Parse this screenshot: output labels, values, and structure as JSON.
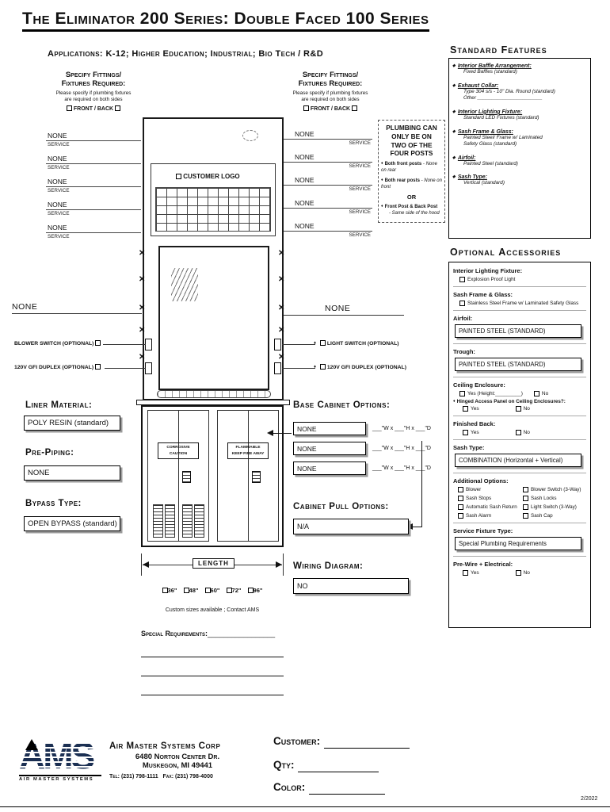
{
  "title": "The Eliminator 200 Series: Double Faced 100 Series",
  "applications": "Applications: K-12; Higher Education; Industrial; Bio Tech / R&D",
  "revision": "2/2022",
  "specify_left": {
    "title1": "Specify Fittings/",
    "title2": "Fixtures Required:",
    "note1": "Please specify if plumbing fixtures",
    "note2": "are required on both sides",
    "front_back": "FRONT / BACK",
    "rows": [
      {
        "value": "NONE",
        "label": "SERVICE"
      },
      {
        "value": "NONE",
        "label": "SERVICE"
      },
      {
        "value": "NONE",
        "label": "SERVICE"
      },
      {
        "value": "NONE",
        "label": "SERVICE"
      },
      {
        "value": "NONE",
        "label": "SERVICE"
      }
    ]
  },
  "specify_right": {
    "title1": "Specify Fittings/",
    "title2": "Fixtures Required:",
    "note1": "Please specify if plumbing fixtures",
    "note2": "are required on both sides",
    "front_back": "FRONT / BACK",
    "rows": [
      {
        "value": "NONE",
        "label": "SERVICE"
      },
      {
        "value": "NONE",
        "label": "SERVICE"
      },
      {
        "value": "NONE",
        "label": "SERVICE"
      },
      {
        "value": "NONE",
        "label": "SERVICE"
      },
      {
        "value": "NONE",
        "label": "SERVICE"
      }
    ]
  },
  "plumbing": {
    "title1": "PLUMBING CAN",
    "title2": "ONLY BE ON",
    "title3": "TWO OF THE",
    "title4": "FOUR POSTS",
    "b1_main": "Both front posts",
    "b1_sub": "- None on rear",
    "b2_main": "Both rear posts",
    "b2_sub": "- None on front",
    "or": "OR",
    "b3_main": "Front Post & Back Post",
    "b3_sub": "- Same side of the hood"
  },
  "hood": {
    "customer_logo": "CUSTOMER LOGO",
    "none_left": "NONE",
    "none_right": "NONE",
    "blower_switch": "BLOWER SWITCH (OPTIONAL)",
    "light_switch": "LIGHT SWITCH (OPTIONAL)",
    "gfi": "120V GFI DUPLEX (OPTIONAL)",
    "corrosive1": "CORROSIVE",
    "corrosive2": "CAUTION",
    "flammable1": "FLAMMABLE",
    "flammable2": "KEEP FIRE AWAY",
    "length": "LENGTH",
    "sizes": [
      "36\"",
      "48\"",
      "60\"",
      "72\"",
      "96\""
    ],
    "custom_note": "Custom sizes available ; Contact AMS",
    "special_req": "Special Requirements:",
    "special_req_blank": "_________________"
  },
  "left_opts": {
    "liner_label": "Liner Material:",
    "liner_value": "POLY RESIN (standard)",
    "prepipe_label": "Pre-Piping:",
    "prepipe_value": "NONE",
    "bypass_label": "Bypass Type:",
    "bypass_value": "OPEN BYPASS (standard)"
  },
  "base_cabinet": {
    "title": "Base Cabinet Options:",
    "rows": [
      {
        "value": "NONE",
        "dims": "___\"W x ___\"H x ___\"D"
      },
      {
        "value": "NONE",
        "dims": "___\"W x ___\"H x ___\"D"
      },
      {
        "value": "NONE",
        "dims": "___\"W x ___\"H x ___\"D"
      }
    ]
  },
  "cabinet_pull": {
    "title": "Cabinet Pull Options:",
    "value": "N/A"
  },
  "wiring": {
    "title": "Wiring Diagram:",
    "value": "NO"
  },
  "standard_features": {
    "title": "Standard Features",
    "items": [
      {
        "h": "Interior Baffle Arrangement:",
        "l1": "Fixed Baffles (standard)"
      },
      {
        "h": "Exhaust Collar:",
        "l1": "Type 304 s/s - 10\" Dia. Round (standard)",
        "l2": "Other _______________________"
      },
      {
        "h": "Interior Lighting Fixture:",
        "l1": "Standard LED Fixtures (standard)"
      },
      {
        "h": "Sash Frame & Glass:",
        "l1": "Painted Steel/ Frame w/ Laminated",
        "l2": "Safety Glass (standard)"
      },
      {
        "h": "Airfoil:",
        "l1": "Painted Steel (standard)"
      },
      {
        "h": "Sash Type:",
        "l1": "Vertical (standard)"
      }
    ]
  },
  "optional": {
    "title": "Optional Accessories",
    "lighting_h": "Interior Lighting Fixture:",
    "lighting_cb": "Explosion Proof Light",
    "sash_glass_h": "Sash Frame & Glass:",
    "sash_glass_cb": "Stainless Steel Frame w/ Laminated Safety Glass",
    "airfoil_h": "Airfoil:",
    "airfoil_value": "PAINTED STEEL (STANDARD)",
    "trough_h": "Trough:",
    "trough_value": "PAINTED STEEL (STANDARD)",
    "ceiling_h": "Ceiling Enclosure:",
    "ceiling_yes": "Yes (Height:_________)",
    "ceiling_no": "No",
    "hinged_q": "Hinged Access Panel on Ceiling Enclosures?:",
    "yes": "Yes",
    "no": "No",
    "finished_h": "Finished Back:",
    "sash_type_h": "Sash Type:",
    "sash_type_value": "COMBINATION (Horizontal + Vertical)",
    "additional_h": "Additional Options:",
    "additional": [
      "Blower",
      "Blower Switch (3-Way)",
      "Sash Stops",
      "Sash Locks",
      "Automatic Sash Return",
      "Light Switch (3-Way)",
      "Sash Alarm",
      "Sash Cap"
    ],
    "service_h": "Service Fixture Type:",
    "service_value": "Special Plumbing Requirements",
    "prewire_h": "Pre-Wire + Electrical:"
  },
  "footer": {
    "logo_text": "AMS",
    "logo_sub": "AIR MASTER SYSTEMS",
    "company": "Air Master Systems Corp",
    "address1": "6480 Norton Center Dr.",
    "address2": "Muskegon, MI 49441",
    "phone": "Tel: (231) 798-1111   Fax: (231) 798-4000",
    "customer": "Customer:",
    "qty": "Qty:",
    "color": "Color:"
  }
}
